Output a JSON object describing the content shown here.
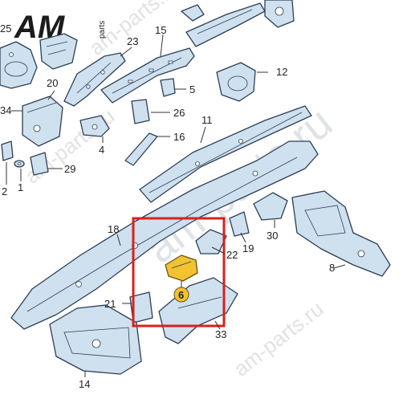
{
  "logo": {
    "main": "AM",
    "sub": "parts"
  },
  "watermarks": [
    "am-parts.ru",
    "am-parts.ru",
    "am-parts.ru",
    "am-parts.ru"
  ],
  "selection_color": "#d9211c",
  "highlight_color": "#f2c230",
  "callouts": {
    "c25": "25",
    "c23": "23",
    "c15": "15",
    "c12": "12",
    "c20": "20",
    "c5": "5",
    "c34": "34",
    "c26": "26",
    "c16": "16",
    "c4": "4",
    "c11": "11",
    "c29": "29",
    "c2": "2",
    "c1": "1",
    "c18": "18",
    "c22": "22",
    "c19": "19",
    "c30": "30",
    "c8": "8",
    "c6": "6",
    "c21": "21",
    "c33": "33",
    "c14": "14"
  }
}
